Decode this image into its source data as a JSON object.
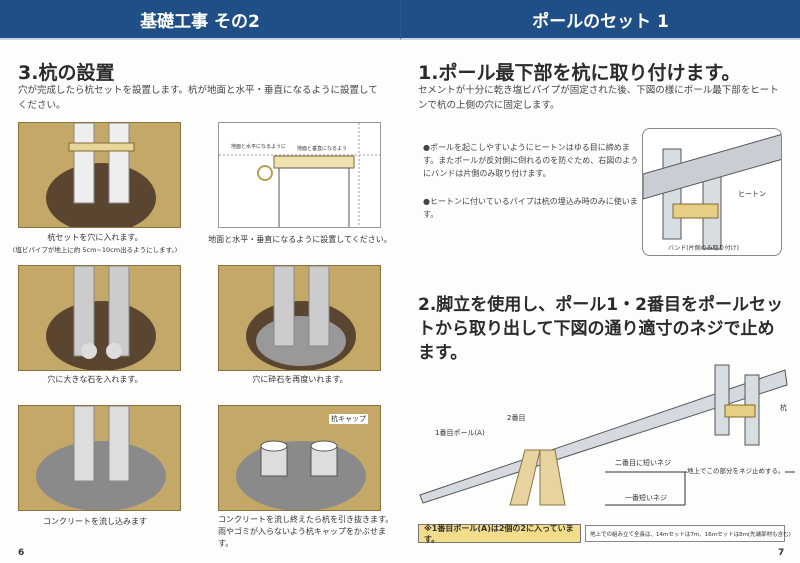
{
  "left": {
    "header": "基礎工事 その2",
    "title": "3.杭の設置",
    "intro": "穴が完成したら杭セットを設置します。杭が地面と水平・垂直になるように設置してください。",
    "steps": [
      {
        "caption": "杭セットを穴に入れます。",
        "sub": "(塩ビパイプが地上に約 5cm~10cm出るようにします。)"
      },
      {
        "caption": "地面と水平・垂直になるように設置してください。",
        "labels": [
          "地面と水平になるように",
          "地面と垂直になるよう"
        ]
      },
      {
        "caption": "穴に大きな石を入れます。"
      },
      {
        "caption": "穴に砕石を再度いれます。"
      },
      {
        "caption": "コンクリートを流し込みます"
      },
      {
        "caption": "コンクリートを流し終えたら杭を引き抜きます。雨やゴミが入らないよう杭キャップをかぶせます。",
        "label": "杭キャップ"
      }
    ],
    "page": "6"
  },
  "right": {
    "header": "ポールのセット 1",
    "section1": {
      "title": "1.ポール最下部を杭に取り付けます。",
      "intro": "セメントが十分に乾き塩ビパイプが固定された後、下図の様にポール最下部をヒートンで杭の上側の穴に固定します。",
      "bullets": [
        "●ポールを起こしやすいようにヒートンはゆる目に締めます。またポールが反対側に倒れるのを防ぐため、右図のようにバンドは片側のみ取り付けます。",
        "●ヒートンに付いているパイプは杭の埋込み時のみに使います。"
      ],
      "fig_labels": [
        "ヒートン",
        "バンド(片側のみ取り付け)"
      ]
    },
    "section2": {
      "title": "2.脚立を使用し、ポール1・2番目をポールセットから取り出して下図の通り適寸のネジで止めます。",
      "labels": [
        "1番目ポール(A)",
        "2番目",
        "二番目に短いネジ",
        "一番短いネジ",
        "地上でこの部分をネジ止めする。",
        "杭"
      ]
    },
    "note1": "※1番目ポール(A)は2個の2に入っています。",
    "note2": "地上での組み立て全長は、14mセットは7m、16mセットは8m(先端部材も含む)",
    "page": "7"
  }
}
